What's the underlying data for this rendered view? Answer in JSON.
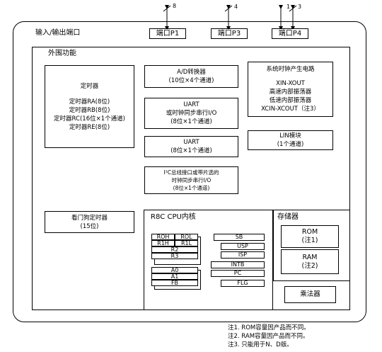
{
  "ports": {
    "io_label": "输入/输出端口",
    "p1": {
      "label": "端口P1",
      "bus": "8"
    },
    "p3": {
      "label": "端口P3",
      "bus": "4"
    },
    "p4": {
      "label": "端口P4",
      "bus_a": "1",
      "bus_b": "3"
    }
  },
  "peripherals": {
    "title": "外围功能",
    "timers": {
      "title": "定时器",
      "items": [
        "定时器RA(8位)",
        "定时器RB(8位)",
        "定时器RC(16位×1个通道)",
        "定时器RE(8位)"
      ]
    },
    "adc": {
      "line1": "A/D转换器",
      "line2": "(10位×4个通道)"
    },
    "uart_sync": {
      "line1": "UART",
      "line2": "或时钟同步串行I/O",
      "line3": "(8位×1个通道)"
    },
    "uart": {
      "line1": "UART",
      "line2": "(8位×1个通道)"
    },
    "i2c": {
      "line1": "I²C总线接口或带片选的",
      "line2": "时钟同步串行I/O",
      "line3": "(8位×1个通道)"
    },
    "clock": {
      "title": "系统时钟产生电路",
      "items": [
        "XIN-XOUT",
        "高速内部振荡器",
        "低速内部振荡器",
        "XCIN-XCOUT（注3）"
      ]
    },
    "lin": {
      "line1": "LIN模块",
      "line2": "(1个通道)"
    },
    "watchdog": {
      "line1": "看门狗定时器",
      "line2": "(15位)"
    }
  },
  "cpu": {
    "title": "R8C CPU内核",
    "registers": {
      "roh": "ROH",
      "rol": "ROL",
      "r1h": "R1H",
      "r1l": "R1L",
      "r2": "R2",
      "r3": "R3",
      "a0": "A0",
      "a1": "A1",
      "fb": "FB",
      "sb": "SB",
      "usp": "USP",
      "isp": "ISP",
      "intb": "INTB",
      "pc": "PC",
      "flg": "FLG"
    }
  },
  "memory": {
    "title": "存储器",
    "rom": {
      "line1": "ROM",
      "line2": "(注1)"
    },
    "ram": {
      "line1": "RAM",
      "line2": "(注2)"
    }
  },
  "multiplier": "乘法器",
  "notes": [
    "注1. ROM容量因产品而不同。",
    "注2. RAM容量因产品而不同。",
    "注3. 只能用于N、D版。"
  ]
}
